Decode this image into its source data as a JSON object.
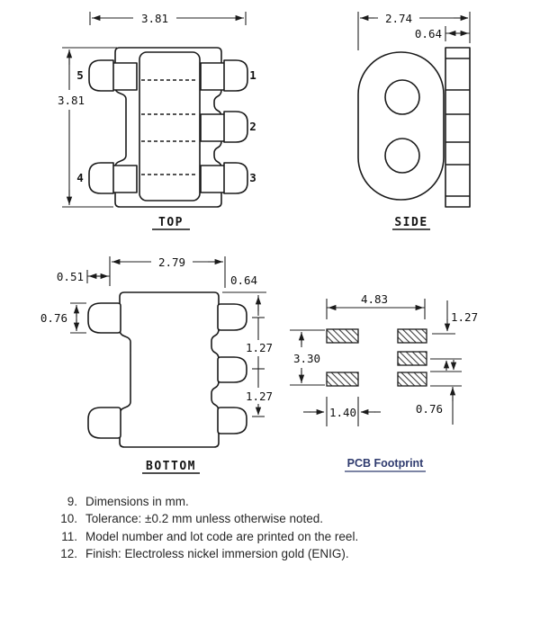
{
  "top": {
    "label": "TOP",
    "width_dim": "3.81",
    "height_dim": "3.81",
    "pins": {
      "p1": "1",
      "p2": "2",
      "p3": "3",
      "p4": "4",
      "p5": "5"
    }
  },
  "side": {
    "label": "SIDE",
    "width_dim": "2.74",
    "lead_dim": "0.64"
  },
  "bottom": {
    "label": "BOTTOM",
    "width_dim": "2.79",
    "offset_dim": "0.51",
    "pad_len_dim": "0.76",
    "edge_dim": "0.64",
    "pitch1_dim": "1.27",
    "pitch2_dim": "1.27"
  },
  "footprint": {
    "label": "PCB Footprint",
    "span_dim": "4.83",
    "pitch_dim": "1.27",
    "height_dim": "3.30",
    "pad_width_dim": "1.40",
    "pad_height_dim": "0.76"
  },
  "notes": [
    {
      "num": "9.",
      "text": "Dimensions in mm."
    },
    {
      "num": "10.",
      "text": "Tolerance: ±0.2 mm unless otherwise noted."
    },
    {
      "num": "11.",
      "text": "Model number and lot code are printed on the reel."
    },
    {
      "num": "12.",
      "text": "Finish: Electroless nickel immersion gold (ENIG)."
    }
  ]
}
